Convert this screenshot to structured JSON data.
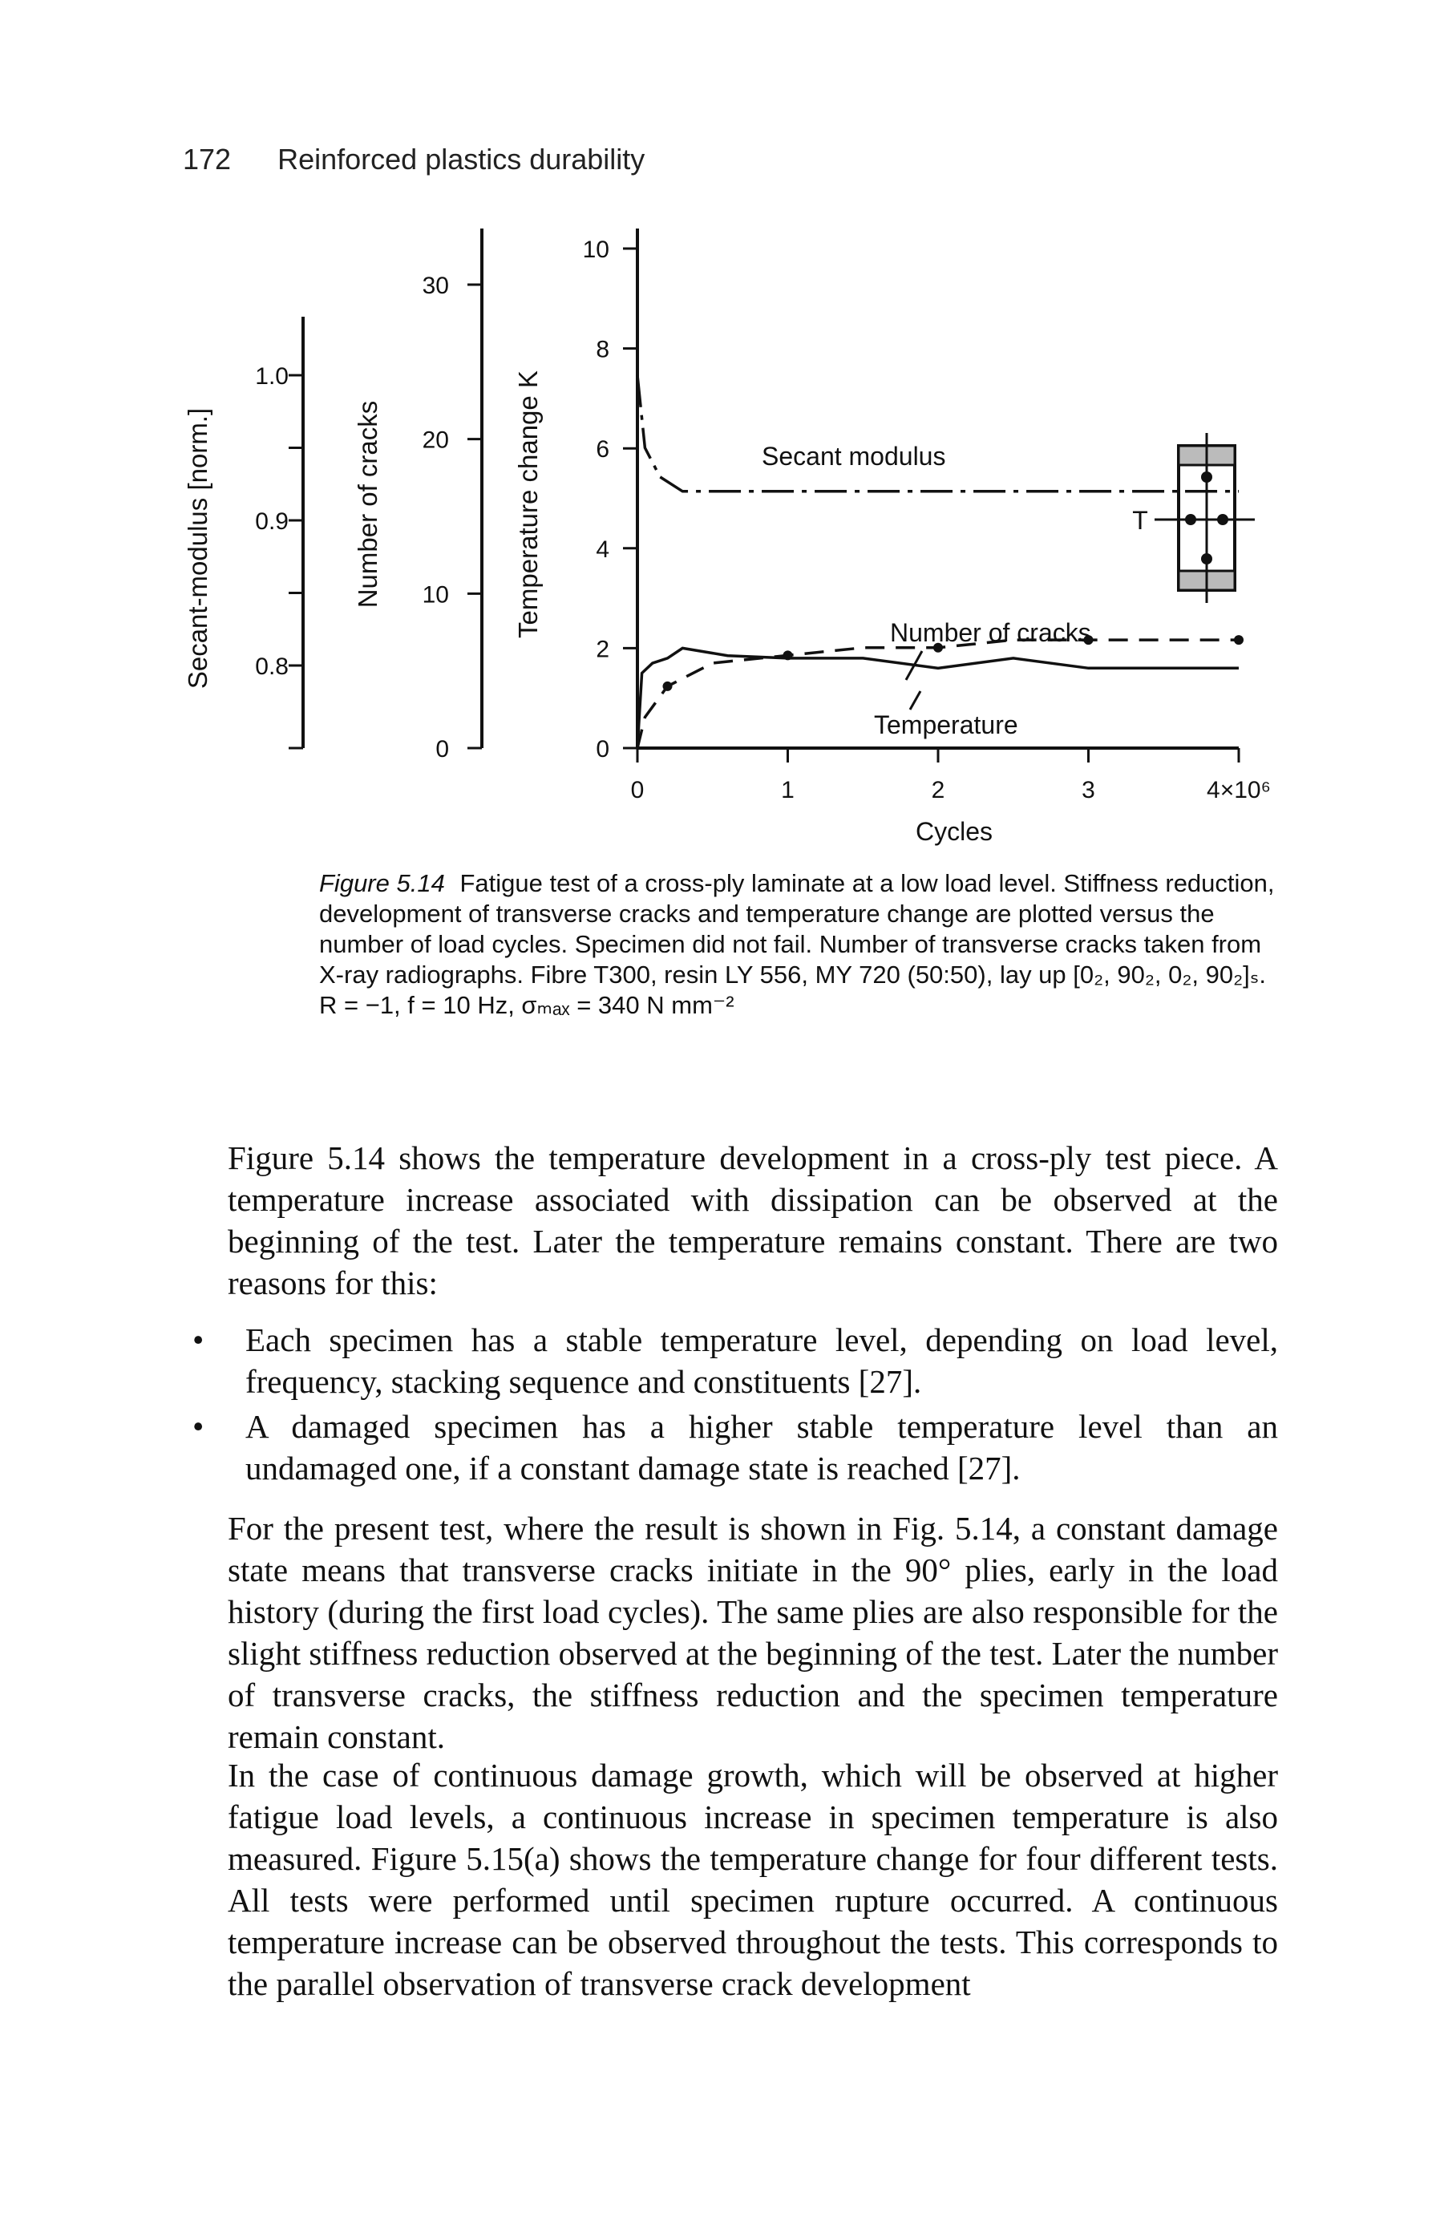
{
  "header": {
    "page_number": "172",
    "title": "Reinforced plastics durability"
  },
  "chart_data": {
    "type": "line",
    "xlabel": "Cycles",
    "x_ticks": [
      "0",
      "1",
      "2",
      "3",
      "4×10⁶"
    ],
    "xlim": [
      0,
      4000000
    ],
    "axes": [
      {
        "label": "Secant-modulus [norm.]",
        "ticks": [
          "1.0",
          "0.9",
          "0.8"
        ],
        "range": [
          0.75,
          1.05
        ]
      },
      {
        "label": "Number of cracks",
        "ticks": [
          "30",
          "20",
          "10",
          "0"
        ],
        "range": [
          0,
          35
        ]
      },
      {
        "label": "Temperature change K",
        "ticks": [
          "10",
          "8",
          "6",
          "4",
          "2",
          "0"
        ],
        "range": [
          0,
          10
        ]
      }
    ],
    "series": [
      {
        "name": "Secant modulus",
        "axis": "Secant-modulus [norm.]",
        "x": [
          0,
          50000,
          150000,
          300000,
          600000,
          1000000,
          1500000,
          2000000,
          2500000,
          3000000,
          3500000,
          4000000
        ],
        "y": [
          1.0,
          0.95,
          0.93,
          0.92,
          0.92,
          0.92,
          0.92,
          0.92,
          0.92,
          0.92,
          0.92,
          0.92
        ]
      },
      {
        "name": "Number of cracks",
        "axis": "Number of cracks",
        "x": [
          0,
          50000,
          200000,
          500000,
          1000000,
          1500000,
          2000000,
          2500000,
          3000000,
          3500000,
          4000000
        ],
        "y": [
          0,
          2,
          4,
          5.5,
          6,
          6.5,
          6.5,
          7,
          7,
          7,
          7
        ]
      },
      {
        "name": "Temperature",
        "axis": "Temperature change K",
        "x": [
          0,
          30000,
          100000,
          200000,
          300000,
          600000,
          1000000,
          1500000,
          2000000,
          2500000,
          3000000,
          3500000,
          4000000
        ],
        "y": [
          0,
          1.5,
          1.7,
          1.8,
          2.0,
          1.85,
          1.8,
          1.8,
          1.6,
          1.8,
          1.6,
          1.6,
          1.6
        ]
      }
    ],
    "specimen_labels": [
      "T"
    ]
  },
  "caption": {
    "label": "Figure 5.14",
    "text": "Fatigue test of a cross-ply laminate at a low load level. Stiffness reduction, development of transverse cracks and temperature change are plotted versus the number of load cycles. Specimen did not fail. Number of transverse cracks taken from X-ray radiographs. Fibre T300, resin LY 556, MY 720 (50:50), lay up [0₂, 90₂, 0₂, 90₂]ₛ. R = −1, f = 10 Hz, σₘₐₓ = 340 N mm⁻²"
  },
  "body": {
    "paragraph_1": "Figure 5.14 shows the temperature development in a cross-ply test piece. A temperature increase associated with dissipation can be observed at the beginning of the test. Later the temperature remains constant. There are two reasons for this:",
    "bullets": [
      "Each specimen has a stable temperature level, depending on load level, frequency, stacking sequence and constituents [27].",
      "A damaged specimen has a higher stable temperature level than an undamaged one, if a constant damage state is reached [27]."
    ],
    "paragraph_2": "For the present test, where the result is shown in Fig. 5.14, a constant damage state means that transverse cracks initiate in the 90° plies, early in the load history (during the first load cycles). The same plies are also responsible for the slight stiffness reduction observed at the beginning of the test. Later the number of transverse cracks, the stiffness reduction and the specimen temperature remain constant.",
    "paragraph_3": "In the case of continuous damage growth, which will be observed at higher fatigue load levels, a continuous increase in specimen temperature is also measured. Figure 5.15(a) shows the temperature change for four different tests. All tests were performed until specimen rupture occurred. A continuous temperature increase can be observed throughout the tests. This corresponds to the parallel observation of transverse crack development"
  }
}
